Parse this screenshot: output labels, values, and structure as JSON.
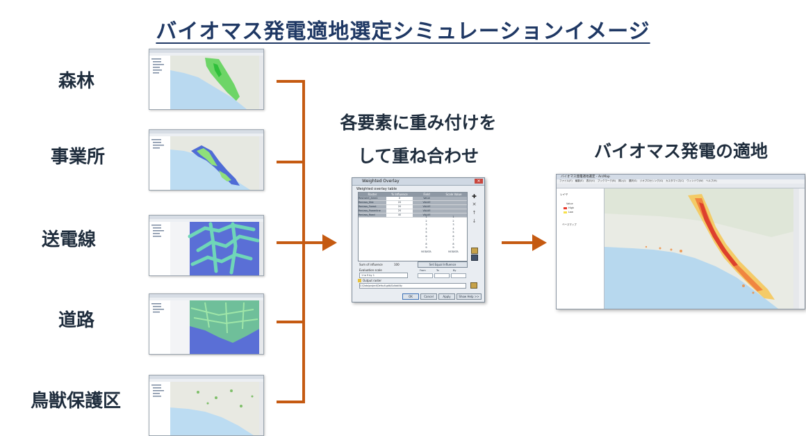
{
  "title": "バイオマス発電適地選定シミュレーションイメージ",
  "layers": [
    {
      "label": "森林",
      "thumbnail": "forest-map-screenshot"
    },
    {
      "label": "事業所",
      "thumbnail": "facility-map-screenshot"
    },
    {
      "label": "送電線",
      "thumbnail": "power-line-map-screenshot"
    },
    {
      "label": "道路",
      "thumbnail": "road-map-screenshot"
    },
    {
      "label": "鳥獣保護区",
      "thumbnail": "wildlife-reserve-map-screenshot"
    }
  ],
  "process": {
    "line1": "各要素に重み付けを",
    "line2": "して重ね合わせ",
    "dialog": {
      "window_title": "Weighted Overlay",
      "table_title": "Weighted overlay table",
      "headers": [
        "Raster",
        "% Influence",
        "Field",
        "Scale Value"
      ],
      "rows": [
        {
          "raster": "Restraint_Area1",
          "influence": "0",
          "field": "Value",
          "scale": ""
        },
        {
          "raster": "Reclass_Dist",
          "influence": "20",
          "field": "VALUE",
          "scale": ""
        },
        {
          "raster": "Reclass_Forest",
          "influence": "20",
          "field": "VALUE",
          "scale": ""
        },
        {
          "raster": "Reclass_Powerline",
          "influence": "20",
          "field": "VALUE",
          "scale": ""
        },
        {
          "raster": "Reclass_Road",
          "influence": "40",
          "field": "VALUE",
          "scale": ""
        }
      ],
      "scale_rows": [
        [
          "1",
          "1"
        ],
        [
          "2",
          "2"
        ],
        [
          "3",
          "3"
        ],
        [
          "4",
          "4"
        ],
        [
          "5",
          "5"
        ],
        [
          "6",
          "6"
        ],
        [
          "7",
          "7"
        ],
        [
          "8",
          "8"
        ],
        [
          "9",
          "9"
        ],
        [
          "NODATA",
          "NODATA"
        ]
      ],
      "sum_label": "Sum of influence",
      "sum_value": "100",
      "set_equal_button": "Set Equal Influence",
      "eval_scale_label": "Evaluation scale",
      "eval_scale_value": "1 to 9 by 1",
      "from_label": "From",
      "to_label": "To",
      "by_label": "By",
      "output_label": "Output raster",
      "output_path": "C:\\Data\\project\\Default.gdb\\Suitability",
      "buttons": [
        "OK",
        "Cancel",
        "Apply",
        "Show Help >>"
      ]
    }
  },
  "result": {
    "label": "バイオマス発電の適地",
    "window_title": "バイオマス発電適地選定 - ArcMap",
    "menu": [
      "ファイル(F)",
      "編集(E)",
      "表示(V)",
      "ブックマーク(B)",
      "挿入(I)",
      "選択(S)",
      "ジオプロセシング(G)",
      "カスタマイズ(C)",
      "ウィンドウ(W)",
      "ヘルプ(H)"
    ],
    "toc_items": [
      "レイヤ",
      "Value",
      "High",
      "Low",
      "ベースマップ"
    ]
  },
  "colors": {
    "title": "#1f3864",
    "bracket": "#c55a11",
    "text": "#1f2d3d"
  }
}
